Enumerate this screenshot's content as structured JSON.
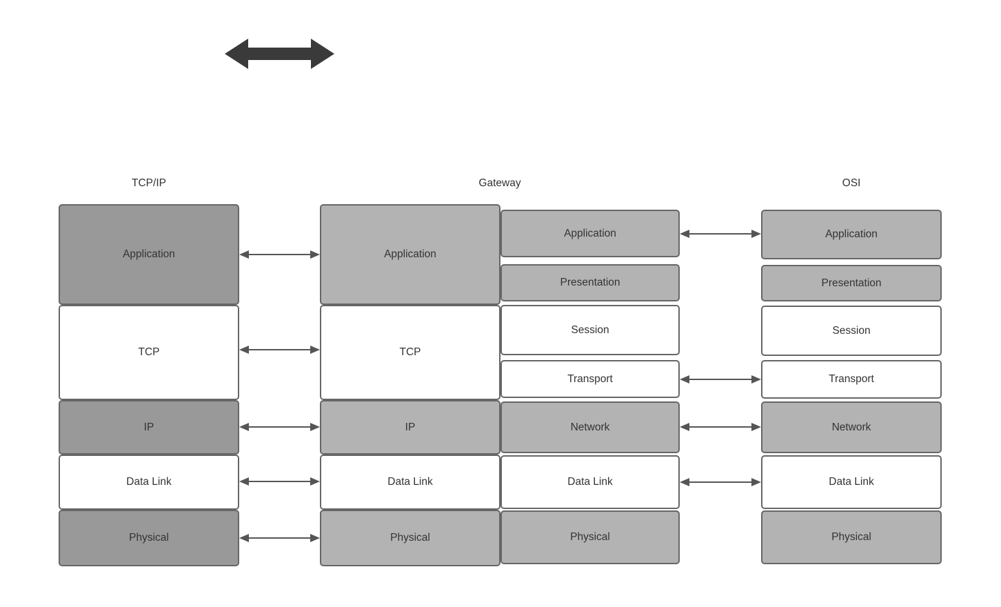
{
  "diagram": {
    "title_visible": false,
    "colors": {
      "fill_dark_gray": "#999999",
      "fill_light_gray": "#b3b3b3",
      "fill_white": "#ffffff",
      "border": "#666666",
      "text": "#333333",
      "arrow": "#555555",
      "block_arrow": "#3a3a3a",
      "background": "#ffffff"
    },
    "block_arrow": {
      "name": "bidirectional-block-arrow",
      "direction": "both"
    },
    "columns": [
      {
        "id": "tcpip",
        "heading": "TCP/IP",
        "subcolumns": [
          {
            "id": "tcpip-stack",
            "layers": [
              {
                "label": "Application",
                "fill": "dark"
              },
              {
                "label": "TCP",
                "fill": "white"
              },
              {
                "label": "IP",
                "fill": "dark"
              },
              {
                "label": "Data Link",
                "fill": "white"
              },
              {
                "label": "Physical",
                "fill": "dark"
              }
            ]
          }
        ]
      },
      {
        "id": "gateway",
        "heading": "Gateway",
        "subcolumns": [
          {
            "id": "gateway-left",
            "layers": [
              {
                "label": "Application",
                "fill": "light"
              },
              {
                "label": "TCP",
                "fill": "white"
              },
              {
                "label": "IP",
                "fill": "light"
              },
              {
                "label": "Data Link",
                "fill": "white"
              },
              {
                "label": "Physical",
                "fill": "light"
              }
            ]
          },
          {
            "id": "gateway-right",
            "layers": [
              {
                "label": "Application",
                "fill": "light"
              },
              {
                "label": "Presentation",
                "fill": "light"
              },
              {
                "label": "Session",
                "fill": "white"
              },
              {
                "label": "Transport",
                "fill": "white"
              },
              {
                "label": "Network",
                "fill": "light"
              },
              {
                "label": "Data Link",
                "fill": "white"
              },
              {
                "label": "Physical",
                "fill": "light"
              }
            ]
          }
        ]
      },
      {
        "id": "osi",
        "heading": "OSI",
        "subcolumns": [
          {
            "id": "osi-stack",
            "layers": [
              {
                "label": "Application",
                "fill": "light"
              },
              {
                "label": "Presentation",
                "fill": "light"
              },
              {
                "label": "Session",
                "fill": "white"
              },
              {
                "label": "Transport",
                "fill": "white"
              },
              {
                "label": "Network",
                "fill": "light"
              },
              {
                "label": "Data Link",
                "fill": "white"
              },
              {
                "label": "Physical",
                "fill": "light"
              }
            ]
          }
        ]
      }
    ],
    "connectors_left": [
      {
        "from": "Application",
        "to": "Application"
      },
      {
        "from": "TCP",
        "to": "TCP"
      },
      {
        "from": "IP",
        "to": "IP"
      },
      {
        "from": "Data Link",
        "to": "Data Link"
      },
      {
        "from": "Physical",
        "to": "Physical"
      }
    ],
    "connectors_right": [
      {
        "from": "Application",
        "to": "Application"
      },
      {
        "from": "Transport",
        "to": "Transport"
      },
      {
        "from": "Network",
        "to": "Network"
      },
      {
        "from": "Data Link",
        "to": "Data Link"
      }
    ]
  }
}
